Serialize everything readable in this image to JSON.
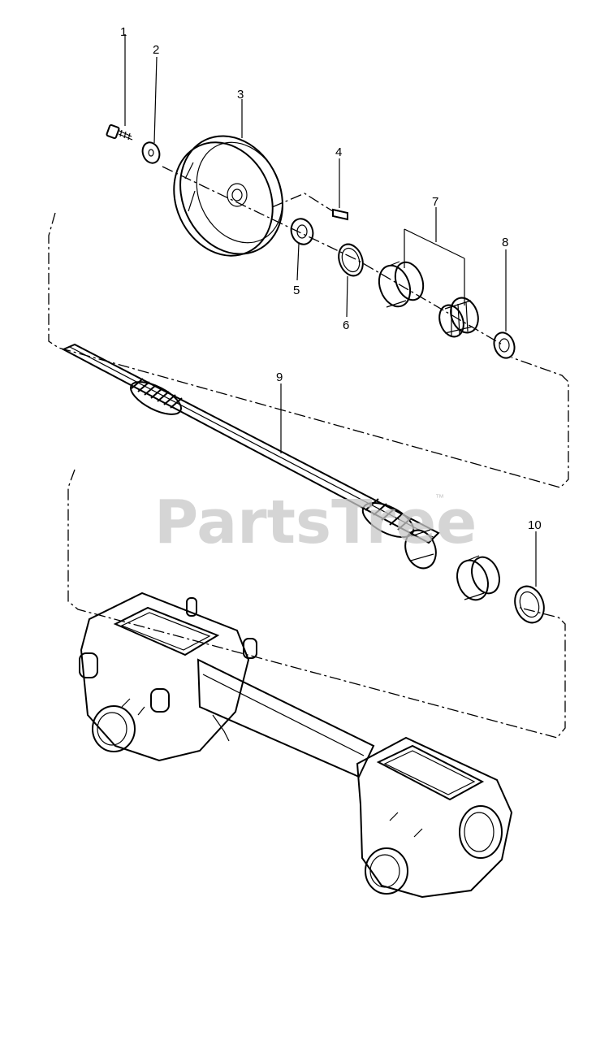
{
  "watermark": {
    "text": "PartsTree",
    "trademark": "™"
  },
  "callouts": [
    {
      "id": "callout-1",
      "label": "1"
    },
    {
      "id": "callout-2",
      "label": "2"
    },
    {
      "id": "callout-3",
      "label": "3"
    },
    {
      "id": "callout-4",
      "label": "4"
    },
    {
      "id": "callout-5",
      "label": "5"
    },
    {
      "id": "callout-6",
      "label": "6"
    },
    {
      "id": "callout-7",
      "label": "7"
    },
    {
      "id": "callout-8",
      "label": "8"
    },
    {
      "id": "callout-9",
      "label": "9"
    },
    {
      "id": "callout-10",
      "label": "10"
    }
  ],
  "colors": {
    "ink": "#000000",
    "watermark": "#c8c8c8",
    "background": "#ffffff"
  }
}
